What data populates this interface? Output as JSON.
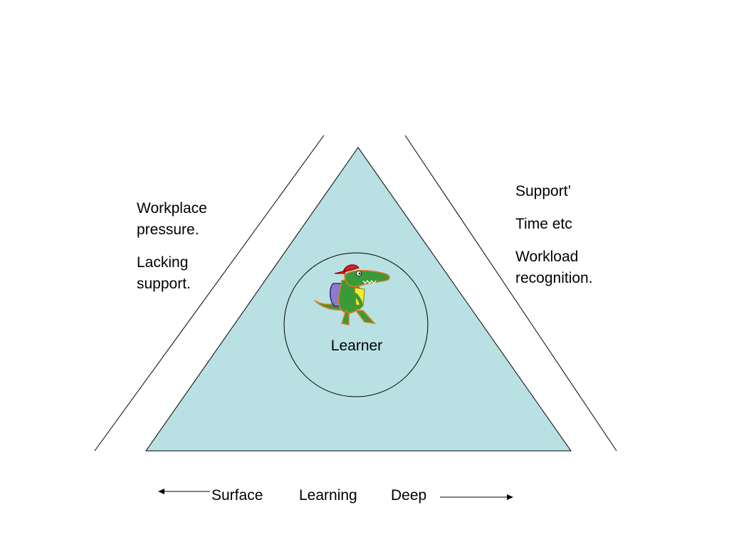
{
  "diagram": {
    "left_notes": [
      "Workplace pressure.",
      "Lacking support."
    ],
    "right_notes": [
      "Support’",
      "Time etc",
      "Workload recognition."
    ],
    "center_label": "Learner",
    "center_icon": "crocodile-learner-icon",
    "axis": {
      "left": "Surface",
      "middle": "Learning",
      "right": "Deep"
    },
    "colors": {
      "triangle_fill": "#b9e0e3",
      "line": "#000000",
      "croc_green": "#3a9a3a",
      "cap_red": "#d42020",
      "backpack_purple": "#8a7ad0",
      "shirt_yellow": "#f5ec2a"
    }
  }
}
